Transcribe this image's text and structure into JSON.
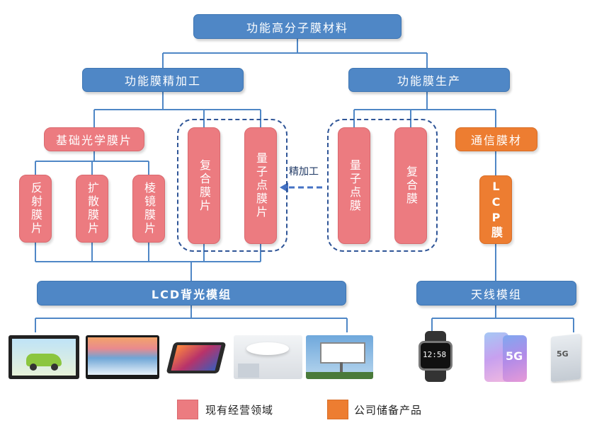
{
  "top": {
    "label": "功能高分子膜材料"
  },
  "level2": {
    "left": "功能膜精加工",
    "right": "功能膜生产"
  },
  "base_optical": {
    "label": "基础光学膜片"
  },
  "comm_film": {
    "label": "通信膜材"
  },
  "optical_films": [
    "反射膜片",
    "扩散膜片",
    "棱镜膜片"
  ],
  "left_group": [
    "复合膜片",
    "量子点膜片"
  ],
  "right_group": [
    "量子点膜",
    "复合膜"
  ],
  "lcp": {
    "label": "LCP膜"
  },
  "arrow_label": "精加工",
  "modules": {
    "lcd": "LCD背光模组",
    "antenna": "天线模组"
  },
  "products_left": [
    "car-display",
    "waterfall-tv",
    "tablet",
    "ceiling-lamp",
    "billboard"
  ],
  "products_right": [
    "smartwatch",
    "5g-phone",
    "5g-chip-card"
  ],
  "phone_screen_text": "5G",
  "watch_screen_text": "12:58",
  "legend": [
    {
      "color": "#ec7b80",
      "label": "现有经营领域"
    },
    {
      "color": "#ed7d31",
      "label": "公司储备产品"
    }
  ],
  "colors": {
    "blue": "#4f87c6",
    "pink": "#ec7b80",
    "orange": "#ed7d31",
    "connector": "#4f87c6",
    "dash": "#2f5597"
  }
}
